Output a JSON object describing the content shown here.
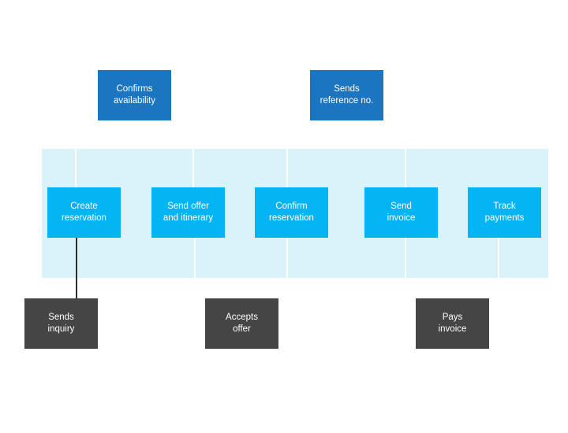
{
  "diagram": {
    "top_row": [
      {
        "label": "Confirms\navailability"
      },
      {
        "label": "Sends\nreference no."
      }
    ],
    "process_row": [
      {
        "label": "Create\nreservation"
      },
      {
        "label": "Send offer\nand itinerary"
      },
      {
        "label": "Confirm\nreservation"
      },
      {
        "label": "Send\ninvoice"
      },
      {
        "label": "Track\npayments"
      }
    ],
    "bottom_row": [
      {
        "label": "Sends\ninquiry"
      },
      {
        "label": "Accepts\noffer"
      },
      {
        "label": "Pays\ninvoice"
      }
    ],
    "colors": {
      "top_box": "#1b75c0",
      "process_box": "#05b4f3",
      "bottom_box": "#454546",
      "lane_band": "#daf3fb"
    }
  }
}
